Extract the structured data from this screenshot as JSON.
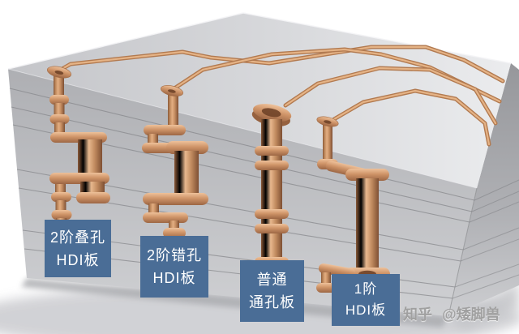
{
  "figure": {
    "description": "3D cutaway illustration comparing PCB via structures",
    "labels": [
      {
        "line1": "2阶叠孔",
        "line2": "HDI板"
      },
      {
        "line1": "2阶错孔",
        "line2": "HDI板"
      },
      {
        "line1": "普通",
        "line2": "通孔板"
      },
      {
        "line1": "1阶",
        "line2": "HDI板"
      }
    ],
    "watermark": {
      "site": "知乎",
      "author": "@矮脚兽"
    }
  },
  "colors": {
    "label_bg": "#4a6d96",
    "label_text": "#ffffff",
    "watermark_text": "#a0a0a0",
    "copper": "#c98d68",
    "copper_light": "#e8b88e",
    "copper_dark": "#8a5a3a",
    "board_top": "#d9dadd",
    "board_front": "#bcbdc1",
    "board_side": "#a3a4a8",
    "background": "#ffffff"
  }
}
